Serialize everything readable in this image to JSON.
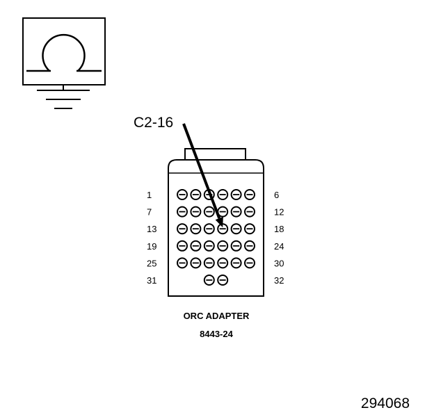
{
  "callout_label": "C2-16",
  "adapter": {
    "title": "ORC ADAPTER",
    "part_number": "8443-24",
    "target_pin": 16,
    "rows": [
      {
        "left": "1",
        "right": "6",
        "pins": [
          1,
          2,
          3,
          4,
          5,
          6
        ]
      },
      {
        "left": "7",
        "right": "12",
        "pins": [
          7,
          8,
          9,
          10,
          11,
          12
        ]
      },
      {
        "left": "13",
        "right": "18",
        "pins": [
          13,
          14,
          15,
          16,
          17,
          18
        ]
      },
      {
        "left": "19",
        "right": "24",
        "pins": [
          19,
          20,
          21,
          22,
          23,
          24
        ]
      },
      {
        "left": "25",
        "right": "30",
        "pins": [
          25,
          26,
          27,
          28,
          29,
          30
        ]
      },
      {
        "left": "31",
        "right": "32",
        "pins": [
          31,
          32
        ]
      }
    ]
  },
  "meter_icon": "ohmmeter-icon",
  "ground_icon": "ground-icon",
  "figure_id": "294068"
}
